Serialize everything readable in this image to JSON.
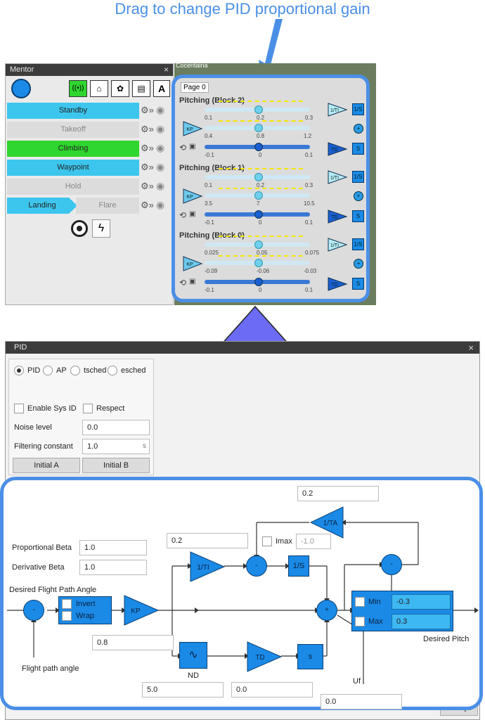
{
  "annotation": "Drag to change PID proportional gain",
  "mentor": {
    "title": "Mentor",
    "close": "×",
    "icon_a": "A",
    "modes": [
      {
        "label": "Standby",
        "style": "cyan"
      },
      {
        "label": "Takeoff",
        "style": "grey"
      },
      {
        "label": "Climbing",
        "style": "green"
      },
      {
        "label": "Waypoint",
        "style": "cyan"
      },
      {
        "label": "Hold",
        "style": "grey"
      },
      {
        "label": "Landing",
        "style": "cyan"
      }
    ],
    "flare_label": "Flare",
    "map_label": "Cocentaina"
  },
  "tuner": {
    "page_tab": "Page 0",
    "blocks": [
      {
        "title": "Pitching (Block 2)",
        "kp_ticks": [
          "0.1",
          "0.2",
          "0.3"
        ],
        "ti_ticks": [
          "0.4",
          "0.8",
          "1.2"
        ],
        "td_ticks": [
          "-0.1",
          "0",
          "0.1"
        ]
      },
      {
        "title": "Pitching (Block 1)",
        "kp_ticks": [
          "0.1",
          "0.2",
          "0.3"
        ],
        "ti_ticks": [
          "3.5",
          "7",
          "10.5"
        ],
        "td_ticks": [
          "-0.1",
          "0",
          "0.1"
        ]
      },
      {
        "title": "Pitching (Block 0)",
        "kp_ticks": [
          "0.025",
          "0.05",
          "0.075"
        ],
        "ti_ticks": [
          "-0.09",
          "-0.06",
          "-0.03"
        ],
        "td_ticks": [
          "-0.1",
          "0",
          "0.1"
        ]
      }
    ],
    "labels": {
      "kp": "KP",
      "inv_ti": "1/TI",
      "int": "1/S",
      "td": "TD",
      "s": "S",
      "plus": "+"
    }
  },
  "pid": {
    "title": "PID",
    "close": "×",
    "radios": [
      {
        "label": "PID",
        "checked": true
      },
      {
        "label": "AP",
        "checked": false
      },
      {
        "label": "tsched",
        "checked": false
      },
      {
        "label": "esched",
        "checked": false
      }
    ],
    "enable_sys_id": "Enable Sys ID",
    "respect": "Respect",
    "noise_level_label": "Noise level",
    "noise_level_value": "0.0",
    "filtering_label": "Filtering constant",
    "filtering_value": "1.0",
    "filtering_unit": "s",
    "initial_a": "Initial A",
    "initial_b": "Initial B",
    "accept": "Accept"
  },
  "diagram": {
    "ta_value": "0.2",
    "ta_label": "1/TA",
    "prop_beta_label": "Proportional Beta",
    "prop_beta_value": "1.0",
    "deriv_beta_label": "Derivative Beta",
    "deriv_beta_value": "1.0",
    "ti_value": "0.2",
    "imax_label": "Imax",
    "imax_value": "-1.0",
    "inv_ti": "1/TI",
    "int_label": "1/S",
    "desired_fpa": "Desired Flight Path Angle",
    "invert": "Invert",
    "wrap": "Wrap",
    "kp": "KP",
    "kp_value": "0.8",
    "fpa_label": "Flight path angle",
    "nd_label": "ND",
    "nd_value": "5.0",
    "td_label": "TD",
    "td_value": "0.0",
    "s_label": "s",
    "uf_label": "Uf",
    "uf_value": "0.0",
    "min_label": "Min",
    "min_value": "-0.3",
    "max_label": "Max",
    "max_value": "0.3",
    "desired_pitch": "Desired Pitch",
    "plus": "+",
    "minus": "-"
  }
}
